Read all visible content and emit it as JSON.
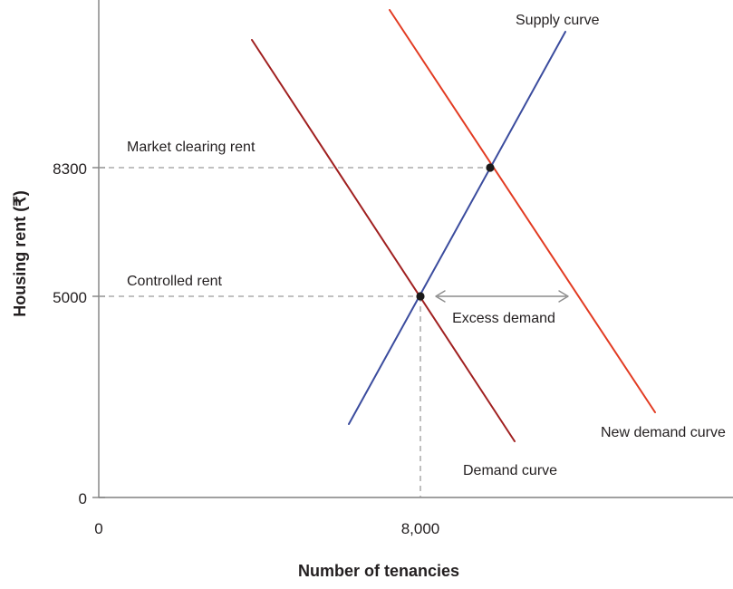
{
  "chart_data": {
    "type": "line",
    "title": "",
    "xlabel": "Number of tenancies",
    "ylabel": "Housing rent (₹)",
    "grid": false,
    "legend_position": "inline-annotations",
    "xlim": [
      0,
      14000
    ],
    "ylim": [
      0,
      13800
    ],
    "x_ticks": [
      {
        "value": 0,
        "label": "0"
      },
      {
        "value": 8000,
        "label": "8,000"
      }
    ],
    "y_ticks": [
      {
        "value": 0,
        "label": "0"
      },
      {
        "value": 5000,
        "label": "5000"
      },
      {
        "value": 8300,
        "label": "8300"
      }
    ],
    "series": [
      {
        "name": "Supply curve",
        "color": "#3b4c9e",
        "label": "Supply curve",
        "points": [
          {
            "x": 5700,
            "y": 1900
          },
          {
            "x": 11800,
            "y": 12000
          }
        ]
      },
      {
        "name": "Demand curve",
        "color": "#a02020",
        "label": "Demand curve",
        "points": [
          {
            "x": 3100,
            "y": 12500
          },
          {
            "x": 9500,
            "y": 1650
          }
        ]
      },
      {
        "name": "New demand curve",
        "color": "#e23b22",
        "label": "New demand curve",
        "points": [
          {
            "x": 7000,
            "y": 13650
          },
          {
            "x": 13000,
            "y": 2450
          }
        ]
      }
    ],
    "markers": [
      {
        "name": "market-clearing-point",
        "x": 9700,
        "y": 8300
      },
      {
        "name": "controlled-rent-point",
        "x": 8000,
        "y": 5000
      }
    ],
    "guides": [
      {
        "name": "market-clearing-guide",
        "orientation": "horizontal",
        "value": 8300,
        "to": 9700
      },
      {
        "name": "controlled-rent-guide",
        "orientation": "horizontal",
        "value": 5000,
        "to": 8000
      },
      {
        "name": "quantity-guide",
        "orientation": "vertical",
        "value": 8000,
        "to": 5000
      }
    ],
    "annotations": [
      {
        "name": "market-clearing-rent-label",
        "text": "Market clearing rent",
        "x": 1350,
        "y": 9600
      },
      {
        "name": "controlled-rent-label",
        "text": "Controlled rent",
        "x": 1350,
        "y": 6300
      },
      {
        "name": "excess-demand-label",
        "text": "Excess demand",
        "x": 8750,
        "y": 4250
      },
      {
        "name": "supply-curve-label",
        "text": "Supply curve",
        "x": 11000,
        "y": 13500
      },
      {
        "name": "demand-curve-label",
        "text": "Demand curve",
        "x": 9100,
        "y": 900
      },
      {
        "name": "new-demand-curve-label",
        "text": "New demand curve",
        "x": 12100,
        "y": 1700
      }
    ],
    "excess_demand_arrow": {
      "name": "excess-demand-arrow",
      "label": "Excess demand",
      "y": 5000,
      "x_start": 8300,
      "x_end": 11200
    }
  },
  "axes": {
    "x_title": "Number of tenancies",
    "y_title": "Housing rent (₹)",
    "origin_label": "0"
  },
  "labels": {
    "tick_8300": "8300",
    "tick_5000": "5000",
    "tick_y0": "0",
    "tick_x0": "0",
    "tick_x8000": "8,000",
    "market_clearing_rent": "Market clearing rent",
    "controlled_rent": "Controlled rent",
    "excess_demand": "Excess demand",
    "supply_curve": "Supply curve",
    "demand_curve": "Demand curve",
    "new_demand_curve": "New demand curve"
  },
  "colors": {
    "supply": "#3b4c9e",
    "demand": "#a02020",
    "new_demand": "#e23b22",
    "axis": "#808080",
    "guide": "#9a9a9a",
    "marker": "#1a1a1a",
    "arrow": "#8c8c8c",
    "text": "#231f20",
    "background": "#ffffff"
  }
}
